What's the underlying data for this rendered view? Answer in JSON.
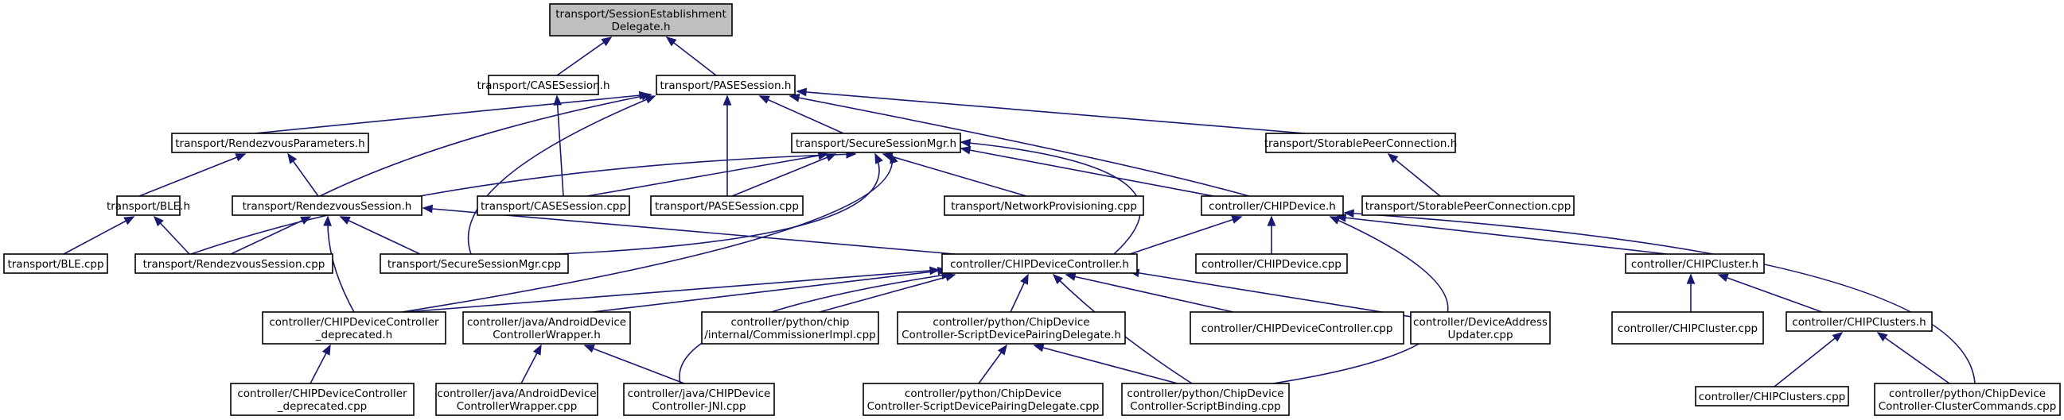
{
  "graph": {
    "colors": {
      "edge": "#191970",
      "root_fill": "#bfbfbf",
      "node_fill": "#ffffff",
      "node_border": "#000000"
    },
    "nodes": [
      {
        "id": "sed_h",
        "lines": [
          "transport/SessionEstablishment",
          "Delegate.h"
        ],
        "root": true
      },
      {
        "id": "case_h",
        "lines": [
          "transport/CASESession.h"
        ]
      },
      {
        "id": "pase_h",
        "lines": [
          "transport/PASESession.h"
        ]
      },
      {
        "id": "rzvparams_h",
        "lines": [
          "transport/RendezvousParameters.h"
        ]
      },
      {
        "id": "ssm_h",
        "lines": [
          "transport/SecureSessionMgr.h"
        ]
      },
      {
        "id": "spc_h",
        "lines": [
          "transport/StorablePeerConnection.h"
        ]
      },
      {
        "id": "ble_h",
        "lines": [
          "transport/BLE.h"
        ]
      },
      {
        "id": "rzvsess_h",
        "lines": [
          "transport/RendezvousSession.h"
        ]
      },
      {
        "id": "case_cpp",
        "lines": [
          "transport/CASESession.cpp"
        ]
      },
      {
        "id": "pase_cpp",
        "lines": [
          "transport/PASESession.cpp"
        ]
      },
      {
        "id": "netprov_cpp",
        "lines": [
          "transport/NetworkProvisioning.cpp"
        ]
      },
      {
        "id": "chipdev_h",
        "lines": [
          "controller/CHIPDevice.h"
        ]
      },
      {
        "id": "spc_cpp",
        "lines": [
          "transport/StorablePeerConnection.cpp"
        ]
      },
      {
        "id": "ble_cpp",
        "lines": [
          "transport/BLE.cpp"
        ]
      },
      {
        "id": "rzvsess_cpp",
        "lines": [
          "transport/RendezvousSession.cpp"
        ]
      },
      {
        "id": "ssm_cpp",
        "lines": [
          "transport/SecureSessionMgr.cpp"
        ]
      },
      {
        "id": "chipdevctrl_h",
        "lines": [
          "controller/CHIPDeviceController.h"
        ]
      },
      {
        "id": "chipdev_cpp",
        "lines": [
          "controller/CHIPDevice.cpp"
        ]
      },
      {
        "id": "chipcluster_h",
        "lines": [
          "controller/CHIPCluster.h"
        ]
      },
      {
        "id": "dep_h",
        "lines": [
          "controller/CHIPDeviceController",
          "_deprecated.h"
        ]
      },
      {
        "id": "android_h",
        "lines": [
          "controller/java/AndroidDevice",
          "ControllerWrapper.h"
        ]
      },
      {
        "id": "commimpl_cpp",
        "lines": [
          "controller/python/chip",
          "/internal/CommissionerImpl.cpp"
        ]
      },
      {
        "id": "pairdel_h",
        "lines": [
          "controller/python/ChipDevice",
          "Controller-ScriptDevicePairingDelegate.h"
        ]
      },
      {
        "id": "chipdevctrl_cpp",
        "lines": [
          "controller/CHIPDeviceController.cpp"
        ]
      },
      {
        "id": "devaddr_cpp",
        "lines": [
          "controller/DeviceAddress",
          "Updater.cpp"
        ]
      },
      {
        "id": "chipcluster_cpp",
        "lines": [
          "controller/CHIPCluster.cpp"
        ]
      },
      {
        "id": "chipclusters_h",
        "lines": [
          "controller/CHIPClusters.h"
        ]
      },
      {
        "id": "dep_cpp",
        "lines": [
          "controller/CHIPDeviceController",
          "_deprecated.cpp"
        ]
      },
      {
        "id": "android_cpp",
        "lines": [
          "controller/java/AndroidDevice",
          "ControllerWrapper.cpp"
        ]
      },
      {
        "id": "jni_cpp",
        "lines": [
          "controller/java/CHIPDevice",
          "Controller-JNI.cpp"
        ]
      },
      {
        "id": "pairdel_cpp",
        "lines": [
          "controller/python/ChipDevice",
          "Controller-ScriptDevicePairingDelegate.cpp"
        ]
      },
      {
        "id": "binding_cpp",
        "lines": [
          "controller/python/ChipDevice",
          "Controller-ScriptBinding.cpp"
        ]
      },
      {
        "id": "chipclusters_cpp",
        "lines": [
          "controller/CHIPClusters.cpp"
        ]
      },
      {
        "id": "clustercmds_cpp",
        "lines": [
          "controller/python/ChipDevice",
          "Controller-ClusterCommands.cpp"
        ]
      }
    ]
  }
}
